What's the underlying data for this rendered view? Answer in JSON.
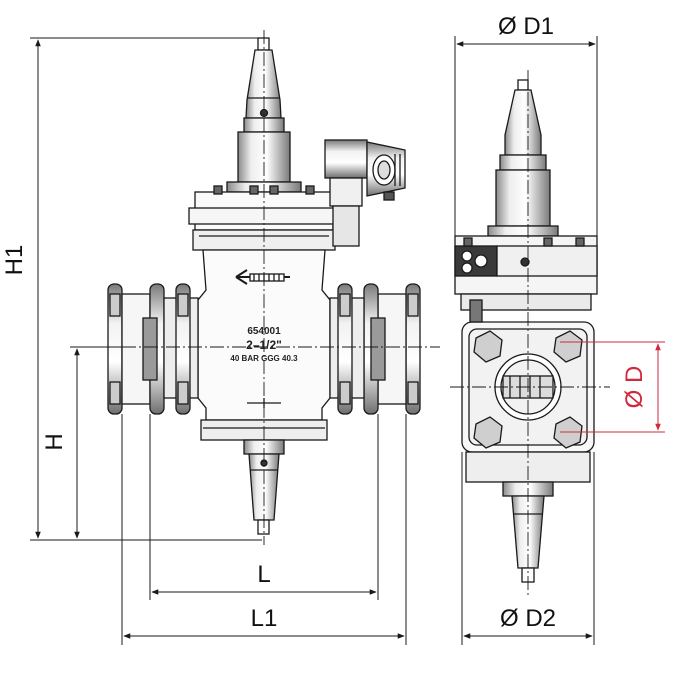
{
  "dimensions": {
    "d1": "Ø D1",
    "d2": "Ø D2",
    "d": "Ø D",
    "h1": "H1",
    "h": "H",
    "l": "L",
    "l1": "L1"
  },
  "body_marking": {
    "code": "654001",
    "size": "2–1/2\"",
    "rating": "40 BAR GGG 40.3"
  },
  "colors": {
    "line": "#1a1a1a",
    "body_fill": "#f4f4f4",
    "shade": "#9a9a9a",
    "dark": "#3a3a3a",
    "accent_red": "#d0283c"
  }
}
